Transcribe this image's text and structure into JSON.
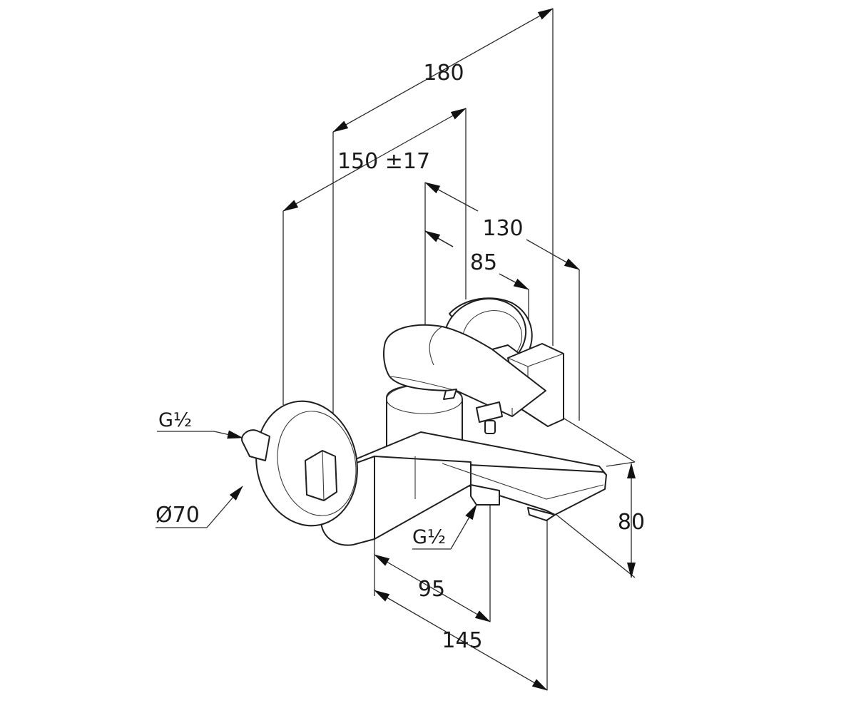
{
  "dimensions": {
    "overall_depth": "180",
    "wall_connection_centres": "150 ±17",
    "spout_projection": "130",
    "lever_projection": "85",
    "height": "80",
    "shower_outlet_offset": "95",
    "spout_length": "145"
  },
  "callouts": {
    "inlet_thread": "G½",
    "escutcheon_diameter": "Ø70",
    "shower_outlet_thread": "G½"
  },
  "colors": {
    "line": "#1f1f1f",
    "background": "#ffffff"
  }
}
